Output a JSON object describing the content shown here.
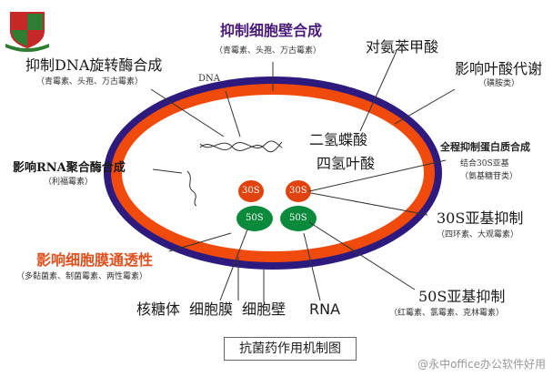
{
  "labels": {
    "cell_wall_synthesis": "抑制细胞壁合成",
    "cell_wall_drugs": "（青霉素、头孢、万古霉素）",
    "paba": "对氨苯甲酸",
    "dna_gyrase": "抑制DNA旋转酶合成",
    "dna_gyrase_drugs": "（青霉素、头孢、万古霉素）",
    "folate": "影响叶酸代谢",
    "folate_drugs": "（磺胺类）",
    "dna": "DNA",
    "dihydrofolate": "二氢蝶酸",
    "tetrahydrofolate": "四氢叶酸",
    "protein_synthesis": "全程抑制蛋白质合成",
    "protein_drugs_1": "结合30S亚基",
    "protein_drugs_2": "（氨基糖苷类）",
    "rna_polymerase": "影响RNA聚合酶合成",
    "rna_drugs": "（利福霉素）",
    "ribo_30s_a": "30S",
    "ribo_50s_a": "50S",
    "ribo_30s_b": "30S",
    "ribo_50s_b": "50S",
    "sub30_inhibit": "30S亚基抑制",
    "sub30_drugs": "（四环素、大观霉素）",
    "membrane_perm": "影响细胞膜通透性",
    "membrane_drugs": "（多黏菌素、制菌霉素、两性霉素）",
    "sub50_inhibit": "50S亚基抑制",
    "sub50_drugs": "（红霉素、氯霉素、克林霉素）",
    "ribosome": "核糖体",
    "cell_membrane": "细胞膜",
    "cell_wall": "细胞壁",
    "rna": "RNA",
    "caption": "抗菌药作用机制图",
    "watermark": "@永中office办公软件好用"
  },
  "colors": {
    "outer_wall": "#2e1a7e",
    "membrane": "#f04a0c",
    "ribo_red": "#e2430e",
    "ribo_green": "#0a8a3a",
    "purple_text": "#4a1a7a",
    "orange_text": "#e0501e"
  }
}
